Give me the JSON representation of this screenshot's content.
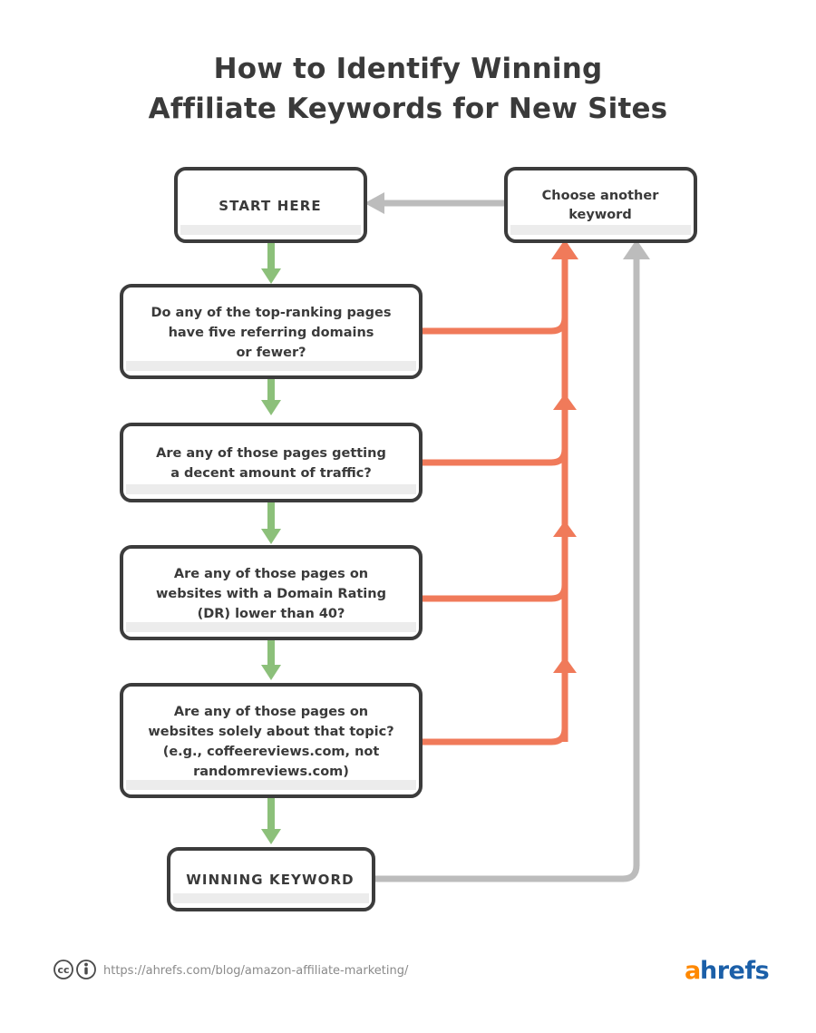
{
  "title": {
    "line1": "How to Identify Winning",
    "line2": "Affiliate Keywords for New Sites"
  },
  "nodes": {
    "start": {
      "label": "START HERE"
    },
    "choose_another": {
      "line1": "Choose another",
      "line2": "keyword"
    },
    "q1": {
      "line1": "Do any of the top-ranking pages",
      "line2": "have five referring domains",
      "line3": "or fewer?"
    },
    "q2": {
      "line1": "Are any of those pages getting",
      "line2": "a decent amount of traffic?"
    },
    "q3": {
      "line1": "Are any of those pages on",
      "line2": "websites with a Domain Rating",
      "line3": "(DR) lower than 40?"
    },
    "q4": {
      "line1": "Are any of those pages on",
      "line2": "websites solely about that topic?",
      "line3": "(e.g., coffeereviews.com, not",
      "line4": "randomreviews.com)"
    },
    "winner": {
      "label": "WINNING KEYWORD"
    }
  },
  "footer": {
    "url": "https://ahrefs.com/blog/amazon-affiliate-marketing/",
    "cc_badge": "cc",
    "by_badge": "i",
    "logo_a": "a",
    "logo_rest": "hrefs"
  },
  "colors": {
    "yes_flow": "#8cc07a",
    "no_flow": "#f07a5a",
    "return_flow": "#bcbcbc",
    "box_border": "#3c3c3c",
    "text": "#3a3a3a",
    "brand_orange": "#ff8800",
    "brand_blue": "#1b5fa8"
  }
}
